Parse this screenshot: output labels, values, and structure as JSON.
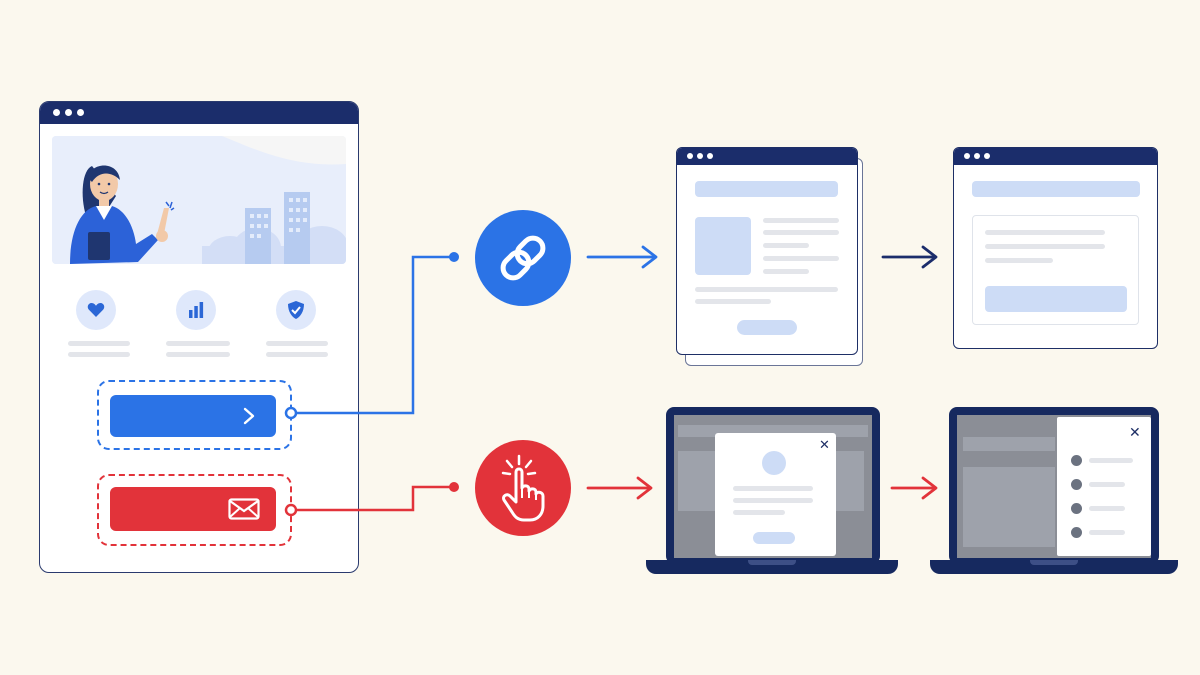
{
  "diagram": {
    "colors": {
      "background": "#fbf8ee",
      "navy": "#1b2d6b",
      "blue": "#2b73e6",
      "red": "#e2333a",
      "light_blue": "#cddcf6"
    },
    "landing_page": {
      "illustration": "woman-pointing-with-city-skyline",
      "features": [
        "heart-icon",
        "bar-chart-icon",
        "shield-icon"
      ],
      "primary_cta": {
        "icon": "chevron-right-icon",
        "color": "#2b73e6"
      },
      "secondary_cta": {
        "icon": "mail-icon",
        "color": "#e2333a"
      }
    },
    "flows": [
      {
        "name": "link-flow",
        "trigger_icon": "link-icon",
        "steps": [
          "browser-page",
          "browser-form-page"
        ]
      },
      {
        "name": "click-flow",
        "trigger_icon": "pointer-click-icon",
        "steps": [
          "laptop-modal-popup",
          "laptop-side-panel"
        ]
      }
    ]
  }
}
